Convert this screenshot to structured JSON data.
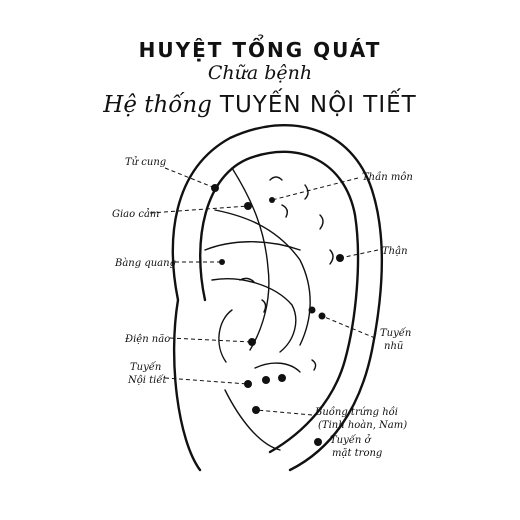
{
  "title": {
    "line1": "HUYỆT TỔNG QUÁT",
    "line2": "Chữa bệnh",
    "line3_lead": "Hệ thống",
    "line3_main": "TUYẾN NỘI TIẾT"
  },
  "labels": {
    "tu_cung": "Tử cung",
    "giao_cam": "Giao cảm",
    "bang_quang": "Bàng quang",
    "dien_nao": "Điện não",
    "tuyen_noi_tiet_1": "Tuyến",
    "tuyen_noi_tiet_2": "Nội tiết",
    "than_mon": "Thần môn",
    "than": "Thận",
    "tuyen_nhu_1": "Tuyến",
    "tuyen_nhu_2": "nhũ",
    "buong_trung_1": "Buồng trứng hồi",
    "buong_trung_2": "(Tinh hoàn, Nam)",
    "tuyen_mat_1": "Tuyến ở",
    "tuyen_mat_2": "mặt trong"
  },
  "colors": {
    "ink": "#111111",
    "paper": "#ffffff"
  }
}
